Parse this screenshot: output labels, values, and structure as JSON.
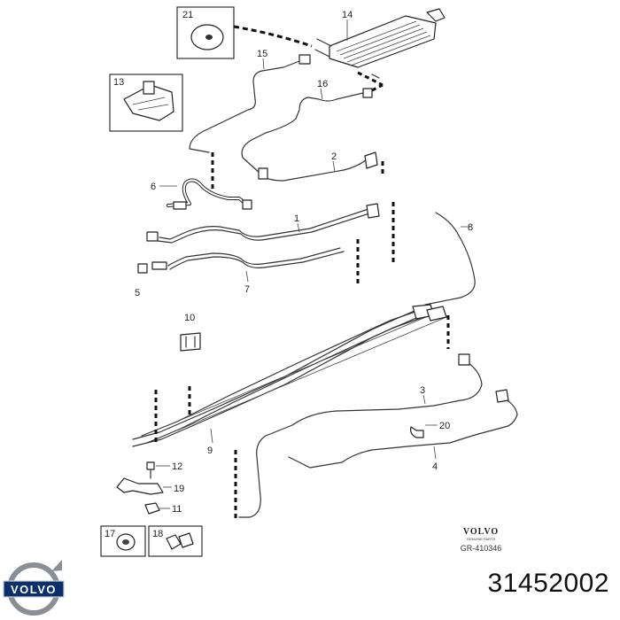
{
  "diagram": {
    "callouts": {
      "c1": "1",
      "c2": "2",
      "c3": "3",
      "c4": "4",
      "c5": "5",
      "c6": "6",
      "c7": "7",
      "c8": "8",
      "c9": "9",
      "c10": "10",
      "c11": "11",
      "c12": "12",
      "c13": "13",
      "c14": "14",
      "c15": "15",
      "c16": "16",
      "c17": "17",
      "c18": "18",
      "c19": "19",
      "c20": "20",
      "c21": "21"
    },
    "stamp": {
      "brand": "VOLVO",
      "subtitle": "GENUINE PARTS",
      "ref": "GR-410346"
    }
  },
  "logo": {
    "brand": "VOLVO"
  },
  "part_number": "31452002",
  "colors": {
    "line": "#222222",
    "logo_blue": "#0b2f6b",
    "logo_ring": "#8a8f96"
  }
}
